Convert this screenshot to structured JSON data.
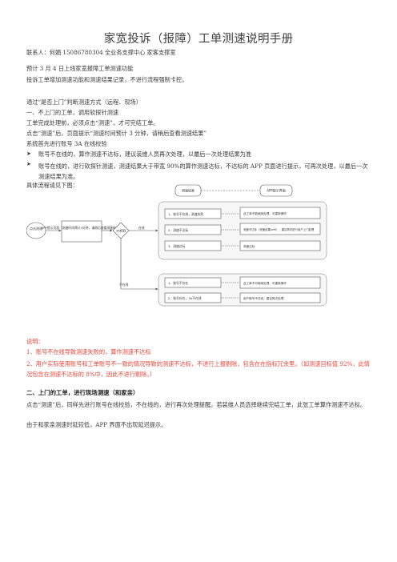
{
  "doc": {
    "title": "家宽投诉（报障）工单测速说明手册",
    "contact": "联系人：何娟 15086780304 全业务支撑中心 家客支撑室",
    "intro1": "预计 3 月 4 日上线家宽报障工单测速功能",
    "intro2": "投诉工单增加测速功能和测速结果记录，不进行流程强制卡控。",
    "judge": "通过“是否上门”判断测速方式（远程、现场）",
    "section1": "一、不上门的工单，调用软探针测速",
    "s1_line1": "工单完成处理前，必须点击“测速”，才可完结工单。",
    "s1_line2": "点击“测速”后，页面提示“测速时间预计 3 分钟，请稍后查看测速结果”",
    "s1_line3": "系统首先进行账号 3A 在线校验",
    "bullet1": "账号不在线的，算作测速不达标，建议装维人员再次处理，以最后一次处理结果为准",
    "bullet2": "账号在线的，进行软探针测速，测速结果大于带宽 90%的算作测速达标，不达标的 APP 页面进行提示，可再次处理，以最后一次测速结果为准。",
    "flow_intro": "具体流程请见下图：",
    "notes_title": "说明：",
    "note1": "1、账号不在线导致测速失败的，算作测速不达标",
    "note2": "2、用户实际使用账号和工单账号不一致的情况导致的测速不达标，不进行上报剔除，包含在在指标冗余里。（如测速目标值 92%，此情况包含在测速不达标的 8%中，因此不进行剔除。）",
    "section2": "二、上门的工单，进行现场测速（和家亲）",
    "s2_line1": "点击“测速”后，同样先进行账号在线校验，不在线的，进行再次处理提醒。若装维人员选择继续完结工单，此张工单算作测速不达标。",
    "s2_line2": "由于和家亲测速时延较低，APP 界面不出现延迟提示。"
  },
  "diagram": {
    "start": "点击测速",
    "prompt": "APP提示页面「测速时间预计3分钟，请稍后查看测速结果」",
    "check": "3A校验",
    "online": "在线",
    "offline": "不在线",
    "head_result": "测速结果",
    "head_app": "APP提示界面",
    "r1": "1、账号不在线，测速失败",
    "r2": "2、测速不达标",
    "r3": "3、测速达标",
    "a1": "此工单不能继续处理，可重新操作",
    "a2": "测速不达标（测速结果xxM），建议再次进行用户上门处理",
    "a3": "测速达标",
    "r4": "1、账号不存在",
    "r5": "2、账号存在，3A不在线",
    "a4": "此工单不可继续处理，可重新操作",
    "a5": "用户账号不在线，建议再次处理"
  }
}
